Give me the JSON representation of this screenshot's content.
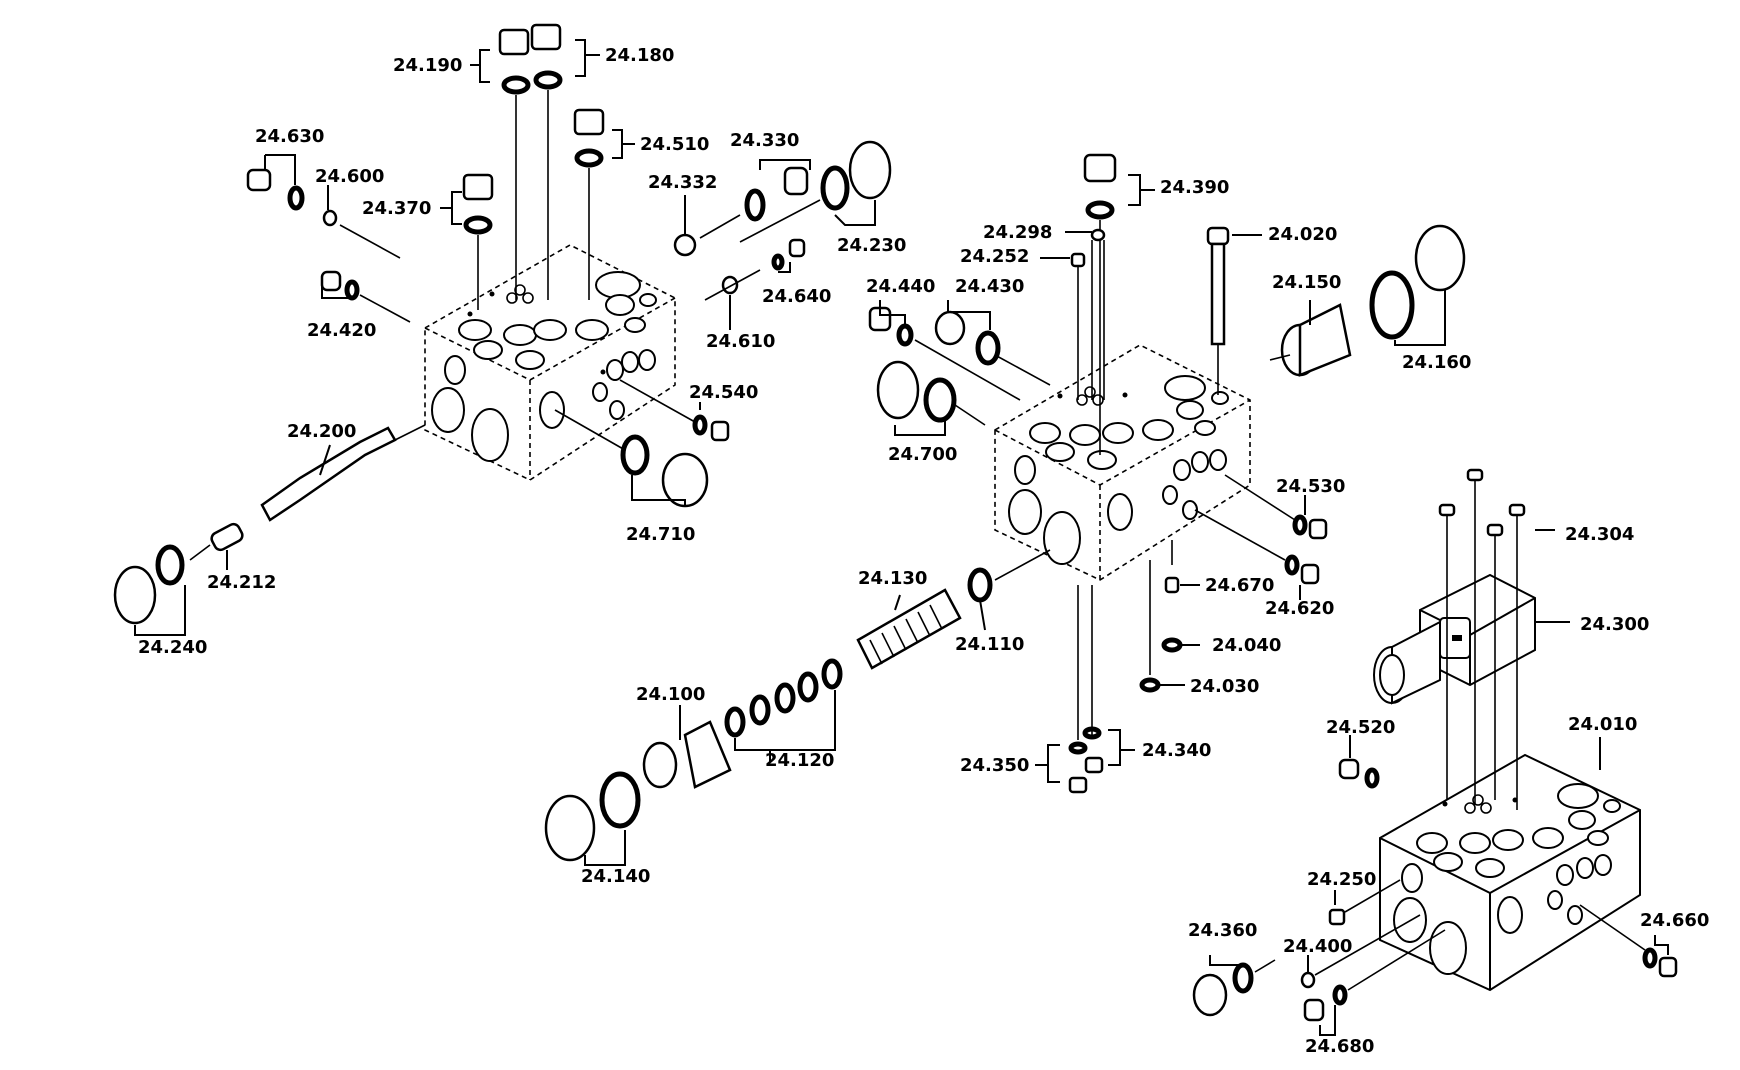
{
  "labels": {
    "l24190": "24.190",
    "l24180": "24.180",
    "l24630": "24.630",
    "l24600": "24.600",
    "l24370": "24.370",
    "l24510": "24.510",
    "l24330": "24.330",
    "l24332": "24.332",
    "l24230": "24.230",
    "l24640": "24.640",
    "l24610": "24.610",
    "l24420": "24.420",
    "l24540": "24.540",
    "l24200": "24.200",
    "l24710": "24.710",
    "l24212": "24.212",
    "l24240": "24.240",
    "l24390": "24.390",
    "l24298": "24.298",
    "l24252": "24.252",
    "l24020": "24.020",
    "l24150": "24.150",
    "l24160": "24.160",
    "l24440": "24.440",
    "l24430": "24.430",
    "l24700": "24.700",
    "l24530": "24.530",
    "l24670": "24.670",
    "l24620": "24.620",
    "l24040": "24.040",
    "l24030": "24.030",
    "l24130": "24.130",
    "l24110": "24.110",
    "l24100": "24.100",
    "l24120": "24.120",
    "l24140": "24.140",
    "l24350": "24.350",
    "l24340": "24.340",
    "l24304": "24.304",
    "l24300": "24.300",
    "l24520": "24.520",
    "l24010": "24.010",
    "l24250": "24.250",
    "l24360": "24.360",
    "l24400": "24.400",
    "l24660": "24.660",
    "l24680": "24.680"
  }
}
